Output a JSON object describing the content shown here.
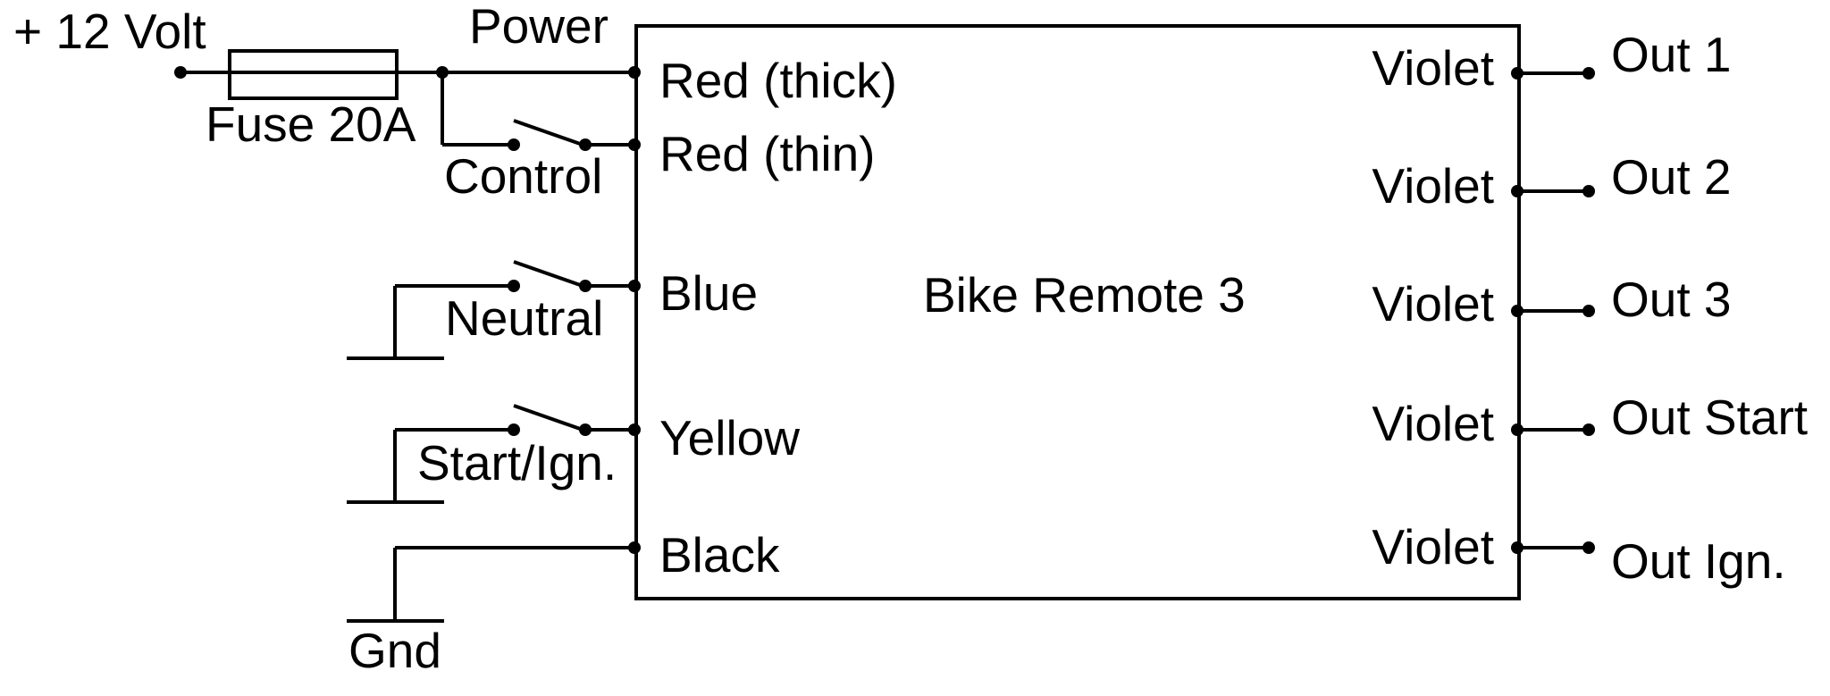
{
  "colors": {
    "background": "#ffffff",
    "line": "#000000",
    "text": "#000000"
  },
  "supply": {
    "label": "+ 12 Volt"
  },
  "fuse": {
    "label": "Fuse 20A"
  },
  "external": {
    "power": "Power",
    "control": "Control",
    "neutral": "Neutral",
    "start_ign": "Start/Ign.",
    "ground": "Gnd"
  },
  "device": {
    "title": "Bike Remote 3",
    "inputs": [
      {
        "label": "Red (thick)"
      },
      {
        "label": "Red (thin)"
      },
      {
        "label": "Blue"
      },
      {
        "label": "Yellow"
      },
      {
        "label": "Black"
      }
    ],
    "outputs": [
      {
        "wire_color": "Violet",
        "label": "Out 1"
      },
      {
        "wire_color": "Violet",
        "label": "Out 2"
      },
      {
        "wire_color": "Violet",
        "label": "Out 3"
      },
      {
        "wire_color": "Violet",
        "label": "Out Start"
      },
      {
        "wire_color": "Violet",
        "label": "Out Ign."
      }
    ]
  }
}
